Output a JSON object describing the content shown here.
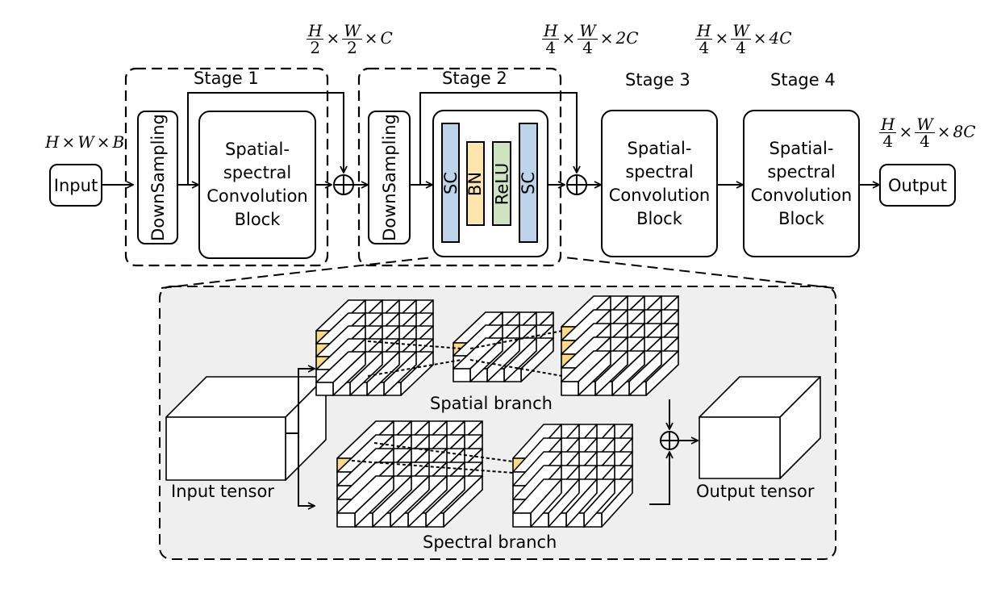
{
  "stages": {
    "stage1": "Stage 1",
    "stage2": "Stage 2",
    "stage3": "Stage 3",
    "stage4": "Stage 4"
  },
  "blocks": {
    "input": "Input",
    "output": "Output",
    "downsampling": "DownSampling",
    "conv_block": "Spatial-\nspectral\nConvolution\nBlock"
  },
  "layers": {
    "sc": "SC",
    "bn": "BN",
    "relu": "ReLU"
  },
  "dims": {
    "input_h": "H",
    "input_w": "W",
    "input_b": "B",
    "s1_num_h": "H",
    "s1_num_w": "W",
    "s1_den": "2",
    "s1_ch": "C",
    "s2_num_h": "H",
    "s2_num_w": "W",
    "s2_den": "4",
    "s2_ch": "2C",
    "s3_num_h": "H",
    "s3_num_w": "W",
    "s3_den": "4",
    "s3_ch": "4C",
    "out_num_h": "H",
    "out_num_w": "W",
    "out_den": "4",
    "out_ch": "8C",
    "times": "×"
  },
  "detail": {
    "input_tensor": "Input tensor",
    "output_tensor": "Output tensor",
    "spatial_branch": "Spatial branch",
    "spectral_branch": "Spectral branch"
  },
  "colors": {
    "sc": "#bdd3ea",
    "bn": "#fde6ae",
    "relu": "#cde3c2",
    "highlight": "#fbd985",
    "panel": "#efefef"
  }
}
